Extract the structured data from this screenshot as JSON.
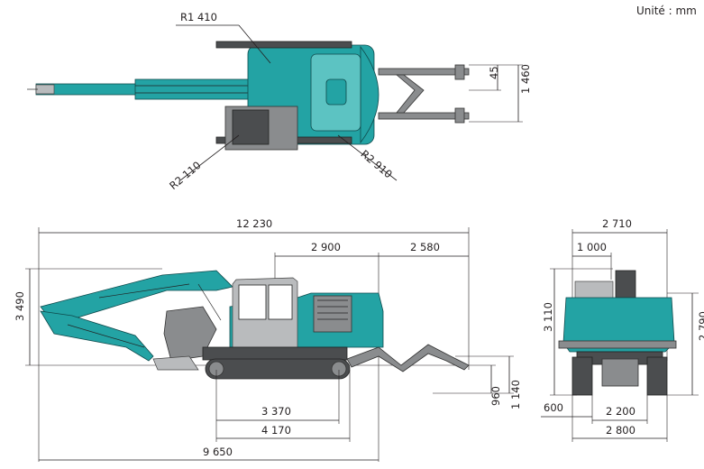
{
  "unit_label": "Unité : mm",
  "colors": {
    "machine": "#23a3a4",
    "dark": "#0f4a4c",
    "track": "#4b4d4f",
    "dim_line": "#231f20"
  },
  "top_view": {
    "r_front": "R1 410",
    "r_rear_left": "R2 110",
    "r_rear_right": "R2 910",
    "dim_small": "45",
    "dim_width": "1 460"
  },
  "side_view": {
    "overall_length": "12 230",
    "dim_2900": "2 900",
    "dim_2580": "2 580",
    "height": "3 490",
    "tumbler_distance": "3 370",
    "track_length": "4 170",
    "transport_length": "9 650",
    "dim_960": "960",
    "dim_1140": "1 140"
  },
  "front_view": {
    "overall_width": "2 710",
    "dim_1000": "1 000",
    "height": "3 110",
    "height_cab": "2 790",
    "shoe_width": "600",
    "track_gauge": "2 200",
    "track_width": "2 800"
  }
}
